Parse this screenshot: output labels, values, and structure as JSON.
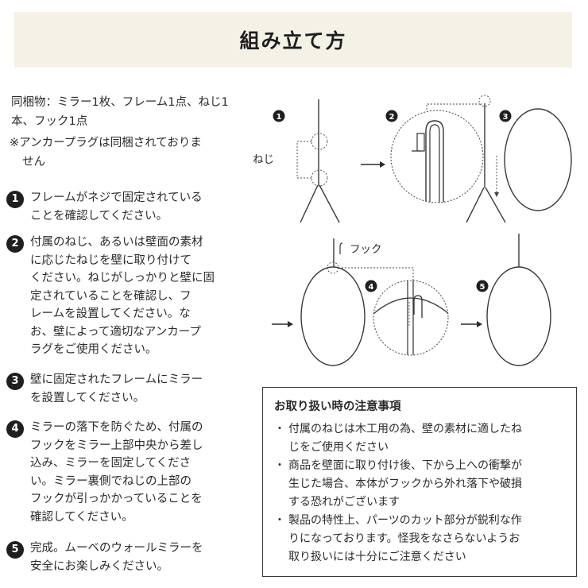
{
  "title": "組み立て方",
  "contents": "同梱物：ミラー1枚、フレーム1点、ねじ1本、フック1点",
  "note": {
    "line1": "※アンカープラグは同梱されておりま",
    "line2": "せん"
  },
  "steps": [
    {
      "number": "1",
      "text": "フレームがネジで固定されている\nことを確認してください。"
    },
    {
      "number": "2",
      "text": "付属のねじ、あるいは壁面の素材\nに応じたねじを壁に取り付けて\nください。ねじがしっかりと壁に固\n定されていることを確認し、フ\nレームを設置してください。な\nお、壁によって適切なアンカープ\nラグをご使用ください。"
    },
    {
      "number": "3",
      "text": "壁に固定されたフレームにミラー\nを設置してください。"
    },
    {
      "number": "4",
      "text": "ミラーの落下を防ぐため、付属の\nフックをミラー上部中央から差し\n込み、ミラーを固定してくださ\nい。ミラー裏側でねじの上部の\nフックが引っかかっていることを\n確認してください。"
    },
    {
      "number": "5",
      "text": "完成。ムーベのウォールミラーを\n安全にお楽しみください。"
    }
  ],
  "diagram": {
    "labels": {
      "screw": "ねじ",
      "hook": "フック"
    },
    "badges": [
      "1",
      "2",
      "3",
      "4",
      "5"
    ]
  },
  "caution": {
    "title": "お取り扱い時の注意事項",
    "items": [
      "付属のねじは木工用の為、壁の素材に適したね\nじをご使用ください",
      "商品を壁面に取り付け後、下から上への衝撃が\n生じた場合、本体がフックから外れ落下や破損\nする恐れがございます",
      "製品の特性上、パーツのカット部分が鋭利な作\nりになっております。怪我をなさらないようお\n取り扱いには十分にご注意ください"
    ]
  },
  "colors": {
    "title_band": "#f4f1e6",
    "badge": "#1f1f1f",
    "line": "#3a3a3a"
  }
}
